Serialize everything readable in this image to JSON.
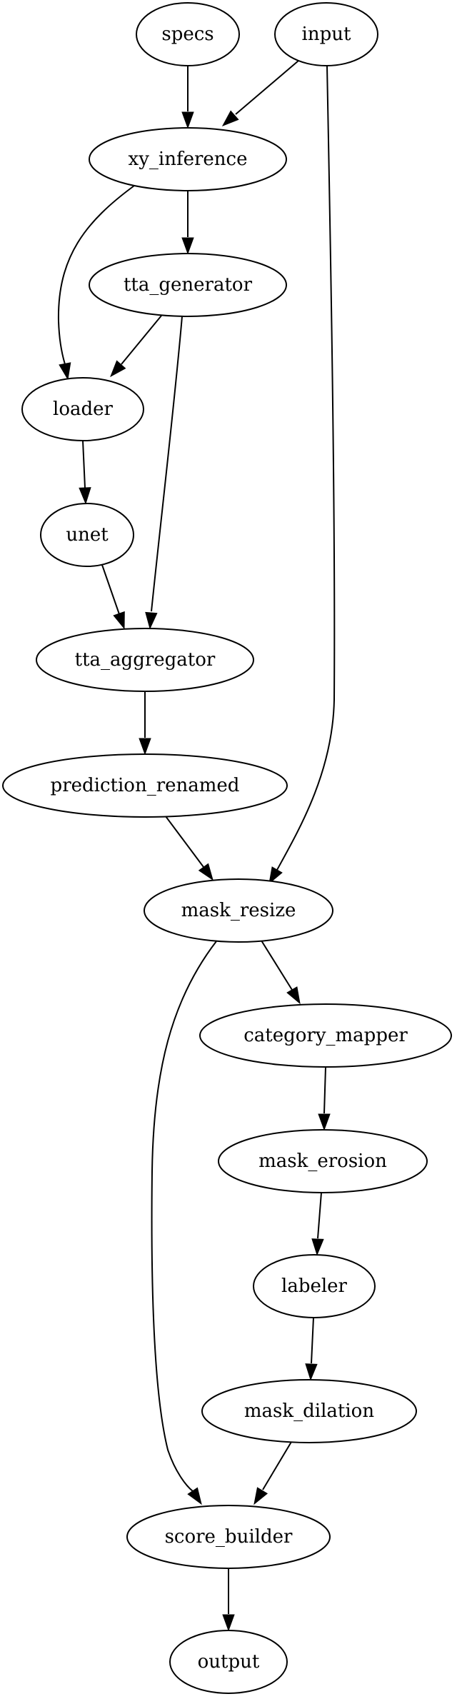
{
  "diagram": {
    "type": "directed-graph",
    "nodes": [
      {
        "id": "specs",
        "label": "specs"
      },
      {
        "id": "input",
        "label": "input"
      },
      {
        "id": "xy_inference",
        "label": "xy_inference"
      },
      {
        "id": "tta_generator",
        "label": "tta_generator"
      },
      {
        "id": "loader",
        "label": "loader"
      },
      {
        "id": "unet",
        "label": "unet"
      },
      {
        "id": "tta_aggregator",
        "label": "tta_aggregator"
      },
      {
        "id": "prediction_renamed",
        "label": "prediction_renamed"
      },
      {
        "id": "mask_resize",
        "label": "mask_resize"
      },
      {
        "id": "category_mapper",
        "label": "category_mapper"
      },
      {
        "id": "mask_erosion",
        "label": "mask_erosion"
      },
      {
        "id": "labeler",
        "label": "labeler"
      },
      {
        "id": "mask_dilation",
        "label": "mask_dilation"
      },
      {
        "id": "score_builder",
        "label": "score_builder"
      },
      {
        "id": "output",
        "label": "output"
      }
    ],
    "edges": [
      {
        "from": "specs",
        "to": "xy_inference"
      },
      {
        "from": "input",
        "to": "xy_inference"
      },
      {
        "from": "input",
        "to": "mask_resize"
      },
      {
        "from": "xy_inference",
        "to": "loader"
      },
      {
        "from": "xy_inference",
        "to": "tta_generator"
      },
      {
        "from": "tta_generator",
        "to": "loader"
      },
      {
        "from": "tta_generator",
        "to": "tta_aggregator"
      },
      {
        "from": "loader",
        "to": "unet"
      },
      {
        "from": "unet",
        "to": "tta_aggregator"
      },
      {
        "from": "tta_aggregator",
        "to": "prediction_renamed"
      },
      {
        "from": "prediction_renamed",
        "to": "mask_resize"
      },
      {
        "from": "mask_resize",
        "to": "score_builder"
      },
      {
        "from": "mask_resize",
        "to": "category_mapper"
      },
      {
        "from": "category_mapper",
        "to": "mask_erosion"
      },
      {
        "from": "mask_erosion",
        "to": "labeler"
      },
      {
        "from": "labeler",
        "to": "mask_dilation"
      },
      {
        "from": "mask_dilation",
        "to": "score_builder"
      },
      {
        "from": "score_builder",
        "to": "output"
      }
    ]
  }
}
